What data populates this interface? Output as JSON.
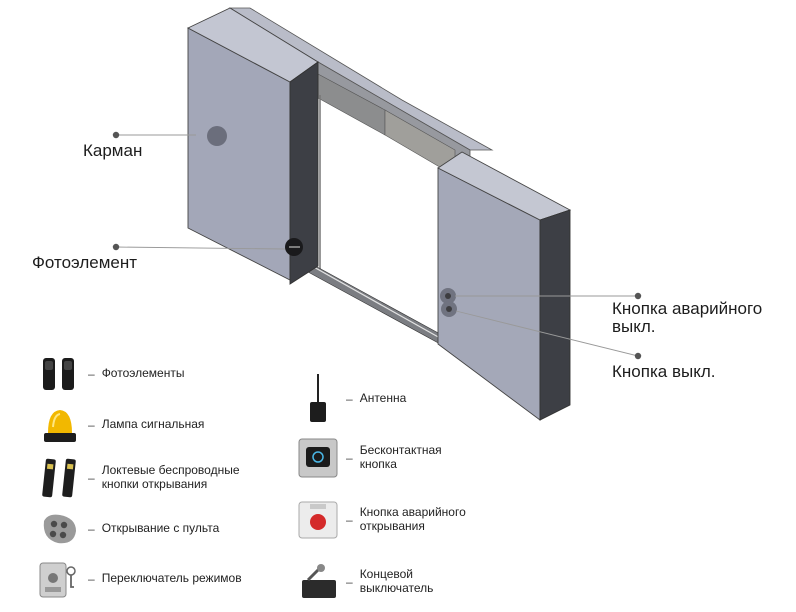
{
  "callouts": {
    "pocket": "Карман",
    "photo_element": "Фотоэлемент",
    "emergency_button": "Кнопка аварийного выкл.",
    "off_button": "Кнопка выкл."
  },
  "legend_left": [
    {
      "icon": "photocells-icon",
      "label": "Фотоэлементы"
    },
    {
      "icon": "signal-lamp-icon",
      "label": "Лампа сигнальная"
    },
    {
      "icon": "elbow-buttons-icon",
      "label": "Локтевые беспроводные кнопки открывания"
    },
    {
      "icon": "remote-control-icon",
      "label": "Открывание с пульта"
    },
    {
      "icon": "mode-switch-icon",
      "label": "Переключатель режимов"
    }
  ],
  "legend_right": [
    {
      "icon": "antenna-icon",
      "label": "Антенна"
    },
    {
      "icon": "contactless-button-icon",
      "label": "Бесконтактная кнопка"
    },
    {
      "icon": "emergency-open-button-icon",
      "label": "Кнопка аварийного открывания"
    },
    {
      "icon": "limit-switch-icon",
      "label": "Концевой выключатель"
    }
  ],
  "colors": {
    "panel_front": "#a4a8b8",
    "panel_side": "#3d3f45",
    "panel_top": "#c4c7d2",
    "lamp": "#f2b800",
    "emergency_red": "#d42a2a"
  }
}
